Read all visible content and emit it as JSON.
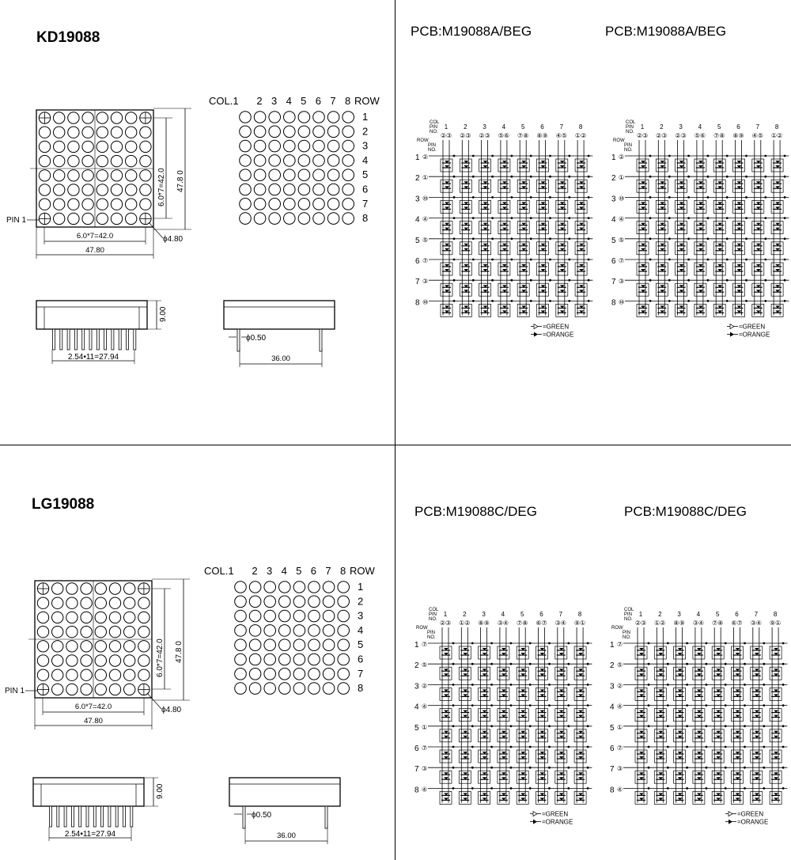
{
  "panels": [
    {
      "model": "KD19088",
      "dims": {
        "pitch": "6.0*7=42.0",
        "overall_h": "47.8 0",
        "overall_w": "47.80",
        "dot_dia": "ϕ4.80",
        "pin_label": "PIN 1",
        "height": "9.00",
        "pin_pitch": "2.54•11=27.94",
        "pin_dia": "ϕ0.50",
        "depth": "36.00"
      },
      "matrix": {
        "col_label": "COL.1",
        "cols": [
          "2",
          "3",
          "4",
          "5",
          "6",
          "7",
          "8"
        ],
        "row_label": "ROW",
        "rows": [
          "1",
          "2",
          "3",
          "4",
          "5",
          "6",
          "7",
          "8"
        ]
      },
      "schematics": [
        {
          "title": "PCB:M19088A/BEG",
          "header": {
            "col": "COL",
            "pin": "PIN",
            "no": "NO.",
            "row": "ROW"
          },
          "col_nums": [
            "1",
            "2",
            "3",
            "4",
            "5",
            "6",
            "7",
            "8"
          ],
          "row_nums": [
            "1",
            "2",
            "3",
            "4",
            "5",
            "6",
            "7",
            "8"
          ],
          "col_pins": [
            "②③",
            "②③",
            "②③",
            "⑤⑥",
            "⑦⑧",
            "⑧⑨",
            "④⑤",
            "①②"
          ],
          "row_pins": [
            "②",
            "①",
            "⑩",
            "④",
            "⑤",
            "⑦",
            "③",
            "⑩"
          ],
          "legend": [
            "=GREEN",
            "=ORANGE"
          ]
        },
        {
          "title": "PCB:M19088A/BEG",
          "header": {
            "col": "COL",
            "pin": "PIN",
            "no": "NO.",
            "row": "ROW"
          },
          "col_nums": [
            "1",
            "2",
            "3",
            "4",
            "5",
            "6",
            "7",
            "8"
          ],
          "row_nums": [
            "1",
            "2",
            "3",
            "4",
            "5",
            "6",
            "7",
            "8"
          ],
          "col_pins": [
            "②③",
            "②③",
            "②③",
            "⑤⑥",
            "⑦⑧",
            "⑧⑨",
            "④⑤",
            "①②"
          ],
          "row_pins": [
            "②",
            "①",
            "⑩",
            "④",
            "⑤",
            "⑦",
            "③",
            "⑩"
          ],
          "legend": [
            "=GREEN",
            "=ORANGE"
          ]
        }
      ]
    },
    {
      "model": "LG19088",
      "dims": {
        "pitch": "6.0*7=42.0",
        "overall_h": "47.8 0",
        "overall_w": "47.80",
        "dot_dia": "ϕ4.80",
        "pin_label": "PIN 1",
        "height": "9.00",
        "pin_pitch": "2.54•11=27.94",
        "pin_dia": "ϕ0.50",
        "depth": "36.00"
      },
      "matrix": {
        "col_label": "COL.1",
        "cols": [
          "2",
          "3",
          "4",
          "5",
          "6",
          "7",
          "8"
        ],
        "row_label": "ROW",
        "rows": [
          "1",
          "2",
          "3",
          "4",
          "5",
          "6",
          "7",
          "8"
        ]
      },
      "schematics": [
        {
          "title": "PCB:M19088C/DEG",
          "header": {
            "col": "COL",
            "pin": "PIN",
            "no": "NO.",
            "row": "ROW"
          },
          "col_nums": [
            "1",
            "2",
            "3",
            "4",
            "5",
            "6",
            "7",
            "8"
          ],
          "row_nums": [
            "1",
            "2",
            "3",
            "4",
            "5",
            "6",
            "7",
            "8"
          ],
          "col_pins": [
            "②③",
            "①②",
            "⑧⑨",
            "③④",
            "⑦⑧",
            "⑥⑦",
            "③④",
            "⑨①"
          ],
          "row_pins": [
            "⑦",
            "⑤",
            "②",
            "④",
            "①",
            "⑦",
            "③",
            "④"
          ],
          "legend": [
            "=GREEN",
            "=ORANGE"
          ]
        },
        {
          "title": "PCB:M19088C/DEG",
          "header": {
            "col": "COL",
            "pin": "PIN",
            "no": "NO.",
            "row": "ROW"
          },
          "col_nums": [
            "1",
            "2",
            "3",
            "4",
            "5",
            "6",
            "7",
            "8"
          ],
          "row_nums": [
            "1",
            "2",
            "3",
            "4",
            "5",
            "6",
            "7",
            "8"
          ],
          "col_pins": [
            "②③",
            "①②",
            "⑧⑨",
            "③④",
            "⑦⑧",
            "⑥⑦",
            "③④",
            "⑨①"
          ],
          "row_pins": [
            "⑦",
            "⑤",
            "②",
            "④",
            "①",
            "⑦",
            "③",
            "④"
          ],
          "legend": [
            "=GREEN",
            "=ORANGE"
          ]
        }
      ]
    }
  ]
}
